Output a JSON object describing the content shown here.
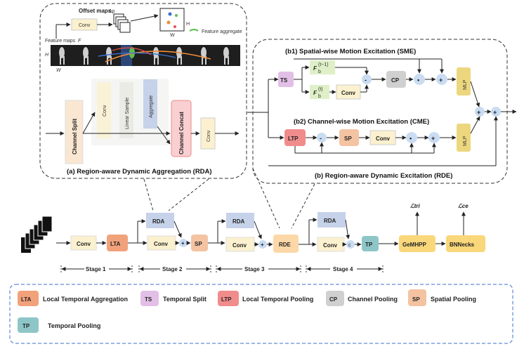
{
  "rda_panel": {
    "offset_maps": "Offset maps",
    "delta_p": "Δp",
    "conv_small": "Conv",
    "feature_maps": "Feature maps",
    "feature_maps_sym": "F",
    "feature_aggregate": "Feature aggregate",
    "h": "H",
    "w": "W",
    "channel_split": "Channel Split",
    "conv_a": "Conv",
    "linear_sample": "Linear Sample",
    "aggregate": "Aggregate",
    "channel_concat": "Channel Concat",
    "conv_b": "Conv",
    "caption": "(a) Region-aware Dynamic Aggregation (RDA)"
  },
  "rde_panel": {
    "sme_title": "(b1) Spatial-wise Motion Excitation (SME)",
    "ts": "TS",
    "f_prev": "F",
    "f_prev_sup": "(t−1)",
    "f_prev_sub": "b",
    "f_cur": "F",
    "f_cur_sup": "(t)",
    "f_cur_sub": "b",
    "conv_sme": "Conv",
    "minus": "-",
    "cp": "CP",
    "dot": "•",
    "plus": "+",
    "mlp1": "MLP",
    "cme_title": "(b2) Channel-wise Motion Excitation (CME)",
    "ltp": "LTP",
    "sp": "SP",
    "conv_cme": "Conv",
    "mlp2": "MLP",
    "caption": "(b) Region-aware Dynamic Excitation (RDE)"
  },
  "pipeline": {
    "conv1": "Conv",
    "lta": "LTA",
    "rda2": "RDA",
    "conv2": "Conv",
    "sp": "SP",
    "rda3": "RDA",
    "conv3": "Conv",
    "rde": "RDE",
    "rda4": "RDA",
    "conv4": "Conv",
    "c": "c",
    "tp": "TP",
    "gemhpp": "GeMHPP",
    "bnnecks": "BNNecks",
    "loss_tri": "ℒtri",
    "loss_ce": "ℒce",
    "stage1": "Stage 1",
    "stage2": "Stage 2",
    "stage3": "Stage 3",
    "stage4": "Stage 4"
  },
  "legend": [
    {
      "abbr": "LTA",
      "text": "Local Temporal Aggregation",
      "color": "#f2a27a"
    },
    {
      "abbr": "TS",
      "text": "Temporal Split",
      "color": "#e2bfe6"
    },
    {
      "abbr": "LTP",
      "text": "Local Temporal Pooling",
      "color": "#f08c8c"
    },
    {
      "abbr": "CP",
      "text": "Channel Pooling",
      "color": "#d0d0d0"
    },
    {
      "abbr": "SP",
      "text": "Spatial Pooling",
      "color": "#f4c3a2"
    },
    {
      "abbr": "TP",
      "text": "Temporal Pooling",
      "color": "#8ec6c8"
    }
  ],
  "colors": {
    "conv": "#fbf1cf",
    "rda": "#c6d2ea",
    "rde": "#fcd7a8",
    "head": "#f9d77a",
    "circle": "#c9dcf2",
    "mlp": "#ecd77e",
    "green": "#dff0c8"
  }
}
